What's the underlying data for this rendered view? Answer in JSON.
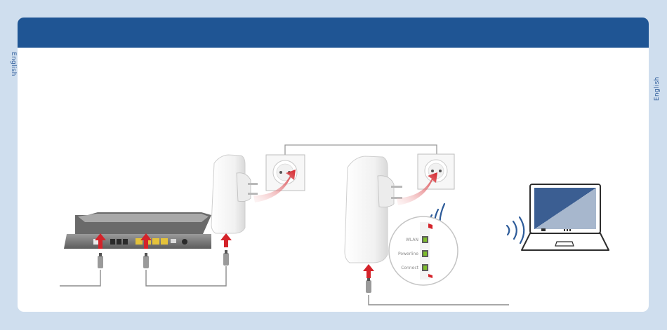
{
  "language_tab": {
    "left_label": "English",
    "right_label": "English"
  },
  "header": {
    "title": ""
  },
  "adapter_status_leds": [
    {
      "name": "WLAN",
      "color": "#7cbd2a"
    },
    {
      "name": "Powerline",
      "color": "#7cbd2a"
    },
    {
      "name": "Connect",
      "color": "#7cbd2a"
    }
  ],
  "colors": {
    "brand_blue": "#1f5594",
    "background": "#cfdeee",
    "arrow_red": "#d4232a",
    "led_green": "#7cbd2a"
  },
  "icons": [
    "router-icon",
    "powerline-adapter-icon",
    "wall-socket-icon",
    "laptop-icon",
    "wifi-signal-icon",
    "network-cable-icon"
  ]
}
